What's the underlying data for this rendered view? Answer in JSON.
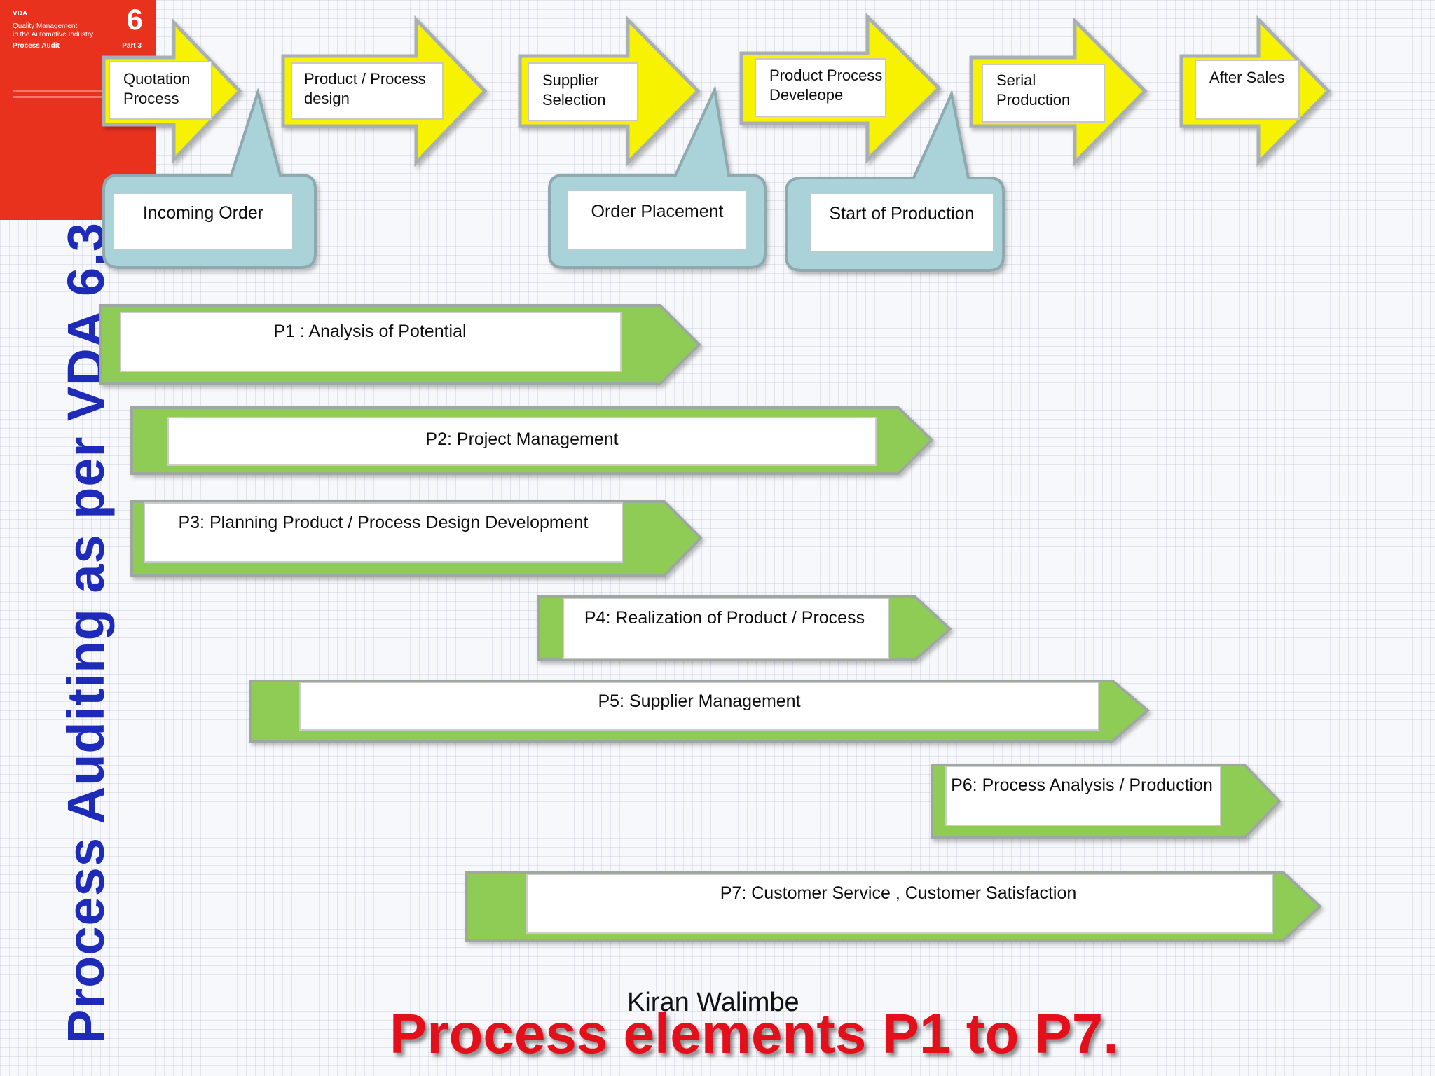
{
  "book_cover": {
    "publisher": "VDA",
    "volume_number": "6",
    "title_lines": [
      "Quality Management",
      "in the Automotive Industry"
    ],
    "subtitle": "Process Audit",
    "part": "Part 3"
  },
  "vertical_title": "Process Auditing as per VDA 6.3",
  "phases": [
    {
      "label": "Quotation Process"
    },
    {
      "label": "Product / Process design"
    },
    {
      "label": "Supplier Selection"
    },
    {
      "label": "Product Process Develeope"
    },
    {
      "label": "Serial Production"
    },
    {
      "label": "After Sales"
    }
  ],
  "milestones": [
    {
      "label": "Incoming Order"
    },
    {
      "label": "Order Placement"
    },
    {
      "label": "Start of Production"
    }
  ],
  "process_elements": [
    {
      "label": "P1 : Analysis of Potential"
    },
    {
      "label": "P2: Project Management"
    },
    {
      "label": "P3: Planning Product / Process Design Development"
    },
    {
      "label": "P4: Realization of Product / Process"
    },
    {
      "label": "P5: Supplier Management"
    },
    {
      "label": "P6: Process Analysis / Production"
    },
    {
      "label": "P7: Customer Service , Customer Satisfaction"
    }
  ],
  "author": "Kiran Walimbe",
  "bottom_title": "Process elements P1 to P7.",
  "colors": {
    "phase_arrow": "#f6f200",
    "milestone_callout": "#a9d3d9",
    "process_bar": "#8fcc55",
    "vertical_title": "#1e2bb8",
    "bottom_title": "#e3101c",
    "book_cover": "#e8321e"
  }
}
